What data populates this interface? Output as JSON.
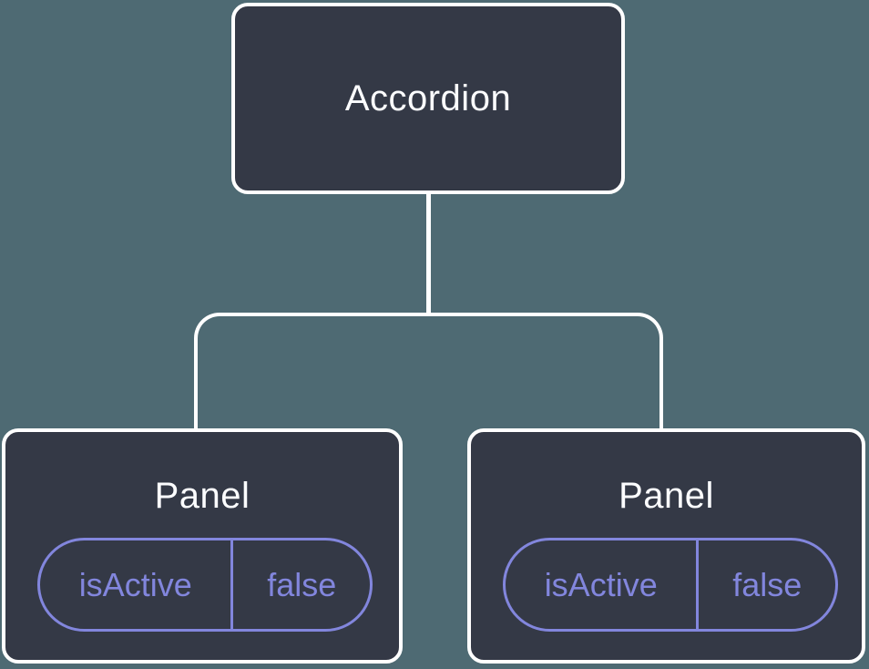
{
  "diagram": {
    "root": {
      "label": "Accordion"
    },
    "panels": [
      {
        "title": "Panel",
        "state": {
          "name": "isActive",
          "value": "false"
        }
      },
      {
        "title": "Panel",
        "state": {
          "name": "isActive",
          "value": "false"
        }
      }
    ]
  },
  "colors": {
    "background": "#4e6a73",
    "node_fill": "#343946",
    "node_border": "#ffffff",
    "node_text": "#fcfdff",
    "connector": "#ffffff",
    "state_accent": "#8286dd"
  }
}
